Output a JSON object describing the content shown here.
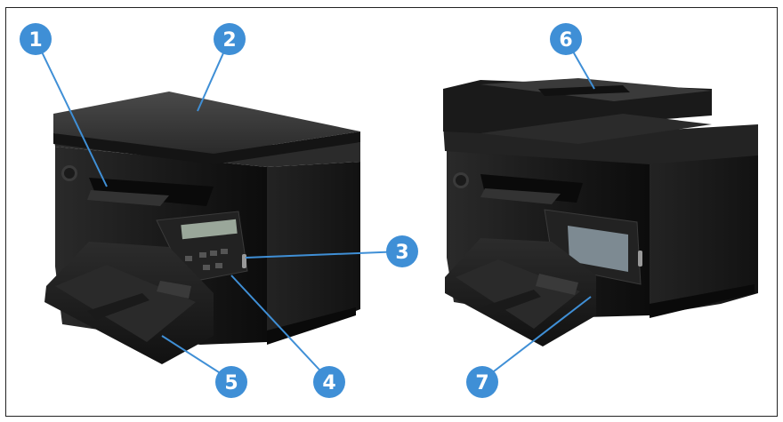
{
  "colors": {
    "callout": "#3f8fd6",
    "leader": "#3f8fd6",
    "printer_body": "#1b1b1b",
    "background": "#ffffff"
  },
  "callouts": {
    "c1": "1",
    "c2": "2",
    "c3": "3",
    "c4": "4",
    "c5": "5",
    "c6": "6",
    "c7": "7"
  },
  "icons": [
    "hp-logo-icon",
    "lcd-screen-icon",
    "touchscreen-icon"
  ]
}
